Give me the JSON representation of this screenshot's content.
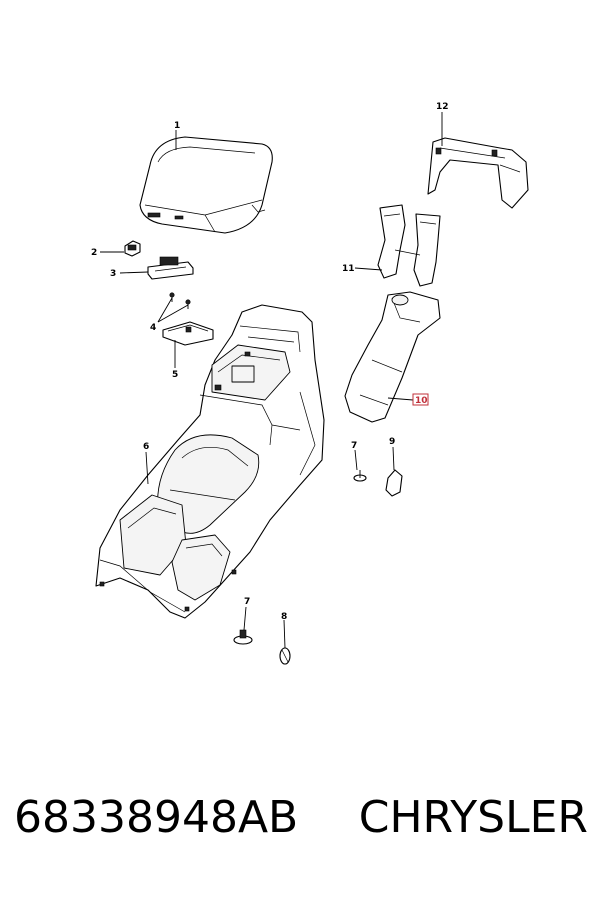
{
  "callouts": {
    "c1": "1",
    "c2": "2",
    "c3": "3",
    "c4": "4",
    "c5": "5",
    "c6": "6",
    "c7a": "7",
    "c7b": "7",
    "c8": "8",
    "c9": "9",
    "c10": "10",
    "c11": "11",
    "c12": "12"
  },
  "highlight_color": "#c0303a",
  "footer": {
    "part_number": "68338948AB",
    "brand": "CHRYSLER"
  }
}
